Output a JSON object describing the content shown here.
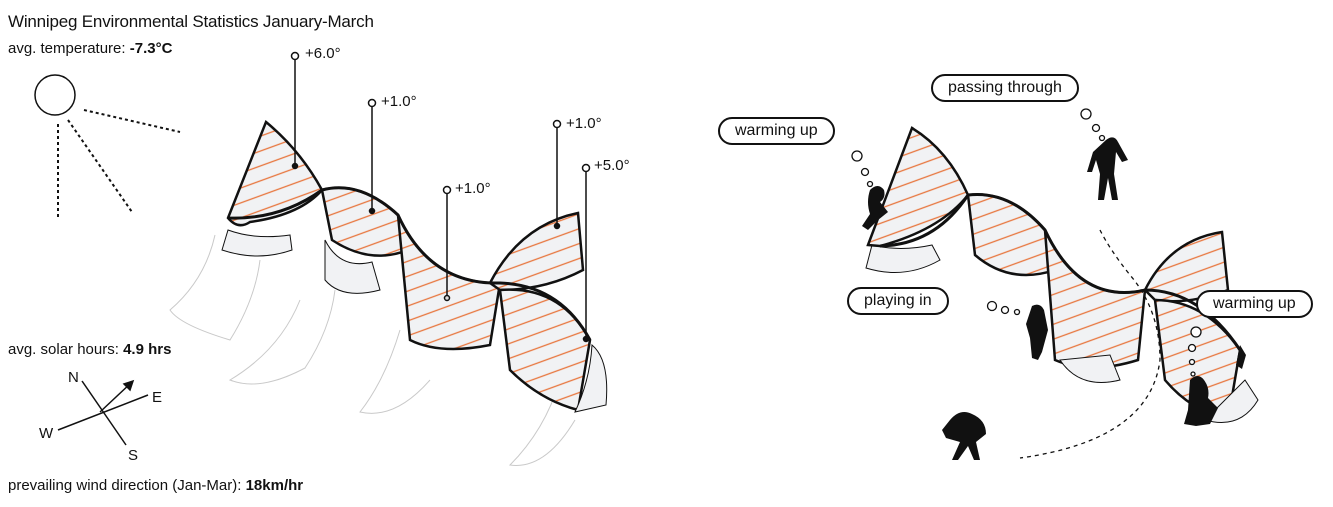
{
  "title": "Winnipeg Environmental Statistics January-March",
  "temperature": {
    "label": "avg. temperature: ",
    "value": "-7.3°C"
  },
  "solar": {
    "label": "avg. solar hours: ",
    "value": "4.9 hrs"
  },
  "wind": {
    "label": "prevailing wind direction (Jan-Mar): ",
    "value": "18km/hr"
  },
  "compass": {
    "n": "N",
    "e": "E",
    "s": "S",
    "w": "W"
  },
  "temperature_callouts": [
    "+6.0°",
    "+1.0°",
    "+1.0°",
    "+1.0°",
    "+5.0°"
  ],
  "activities": {
    "warming_up_left": "warming up",
    "passing_through": "passing through",
    "playing_in": "playing in",
    "warming_up_right": "warming up"
  },
  "colors": {
    "stripe": "#e8773f",
    "outline": "#111111",
    "fill": "#f1f2f4"
  }
}
